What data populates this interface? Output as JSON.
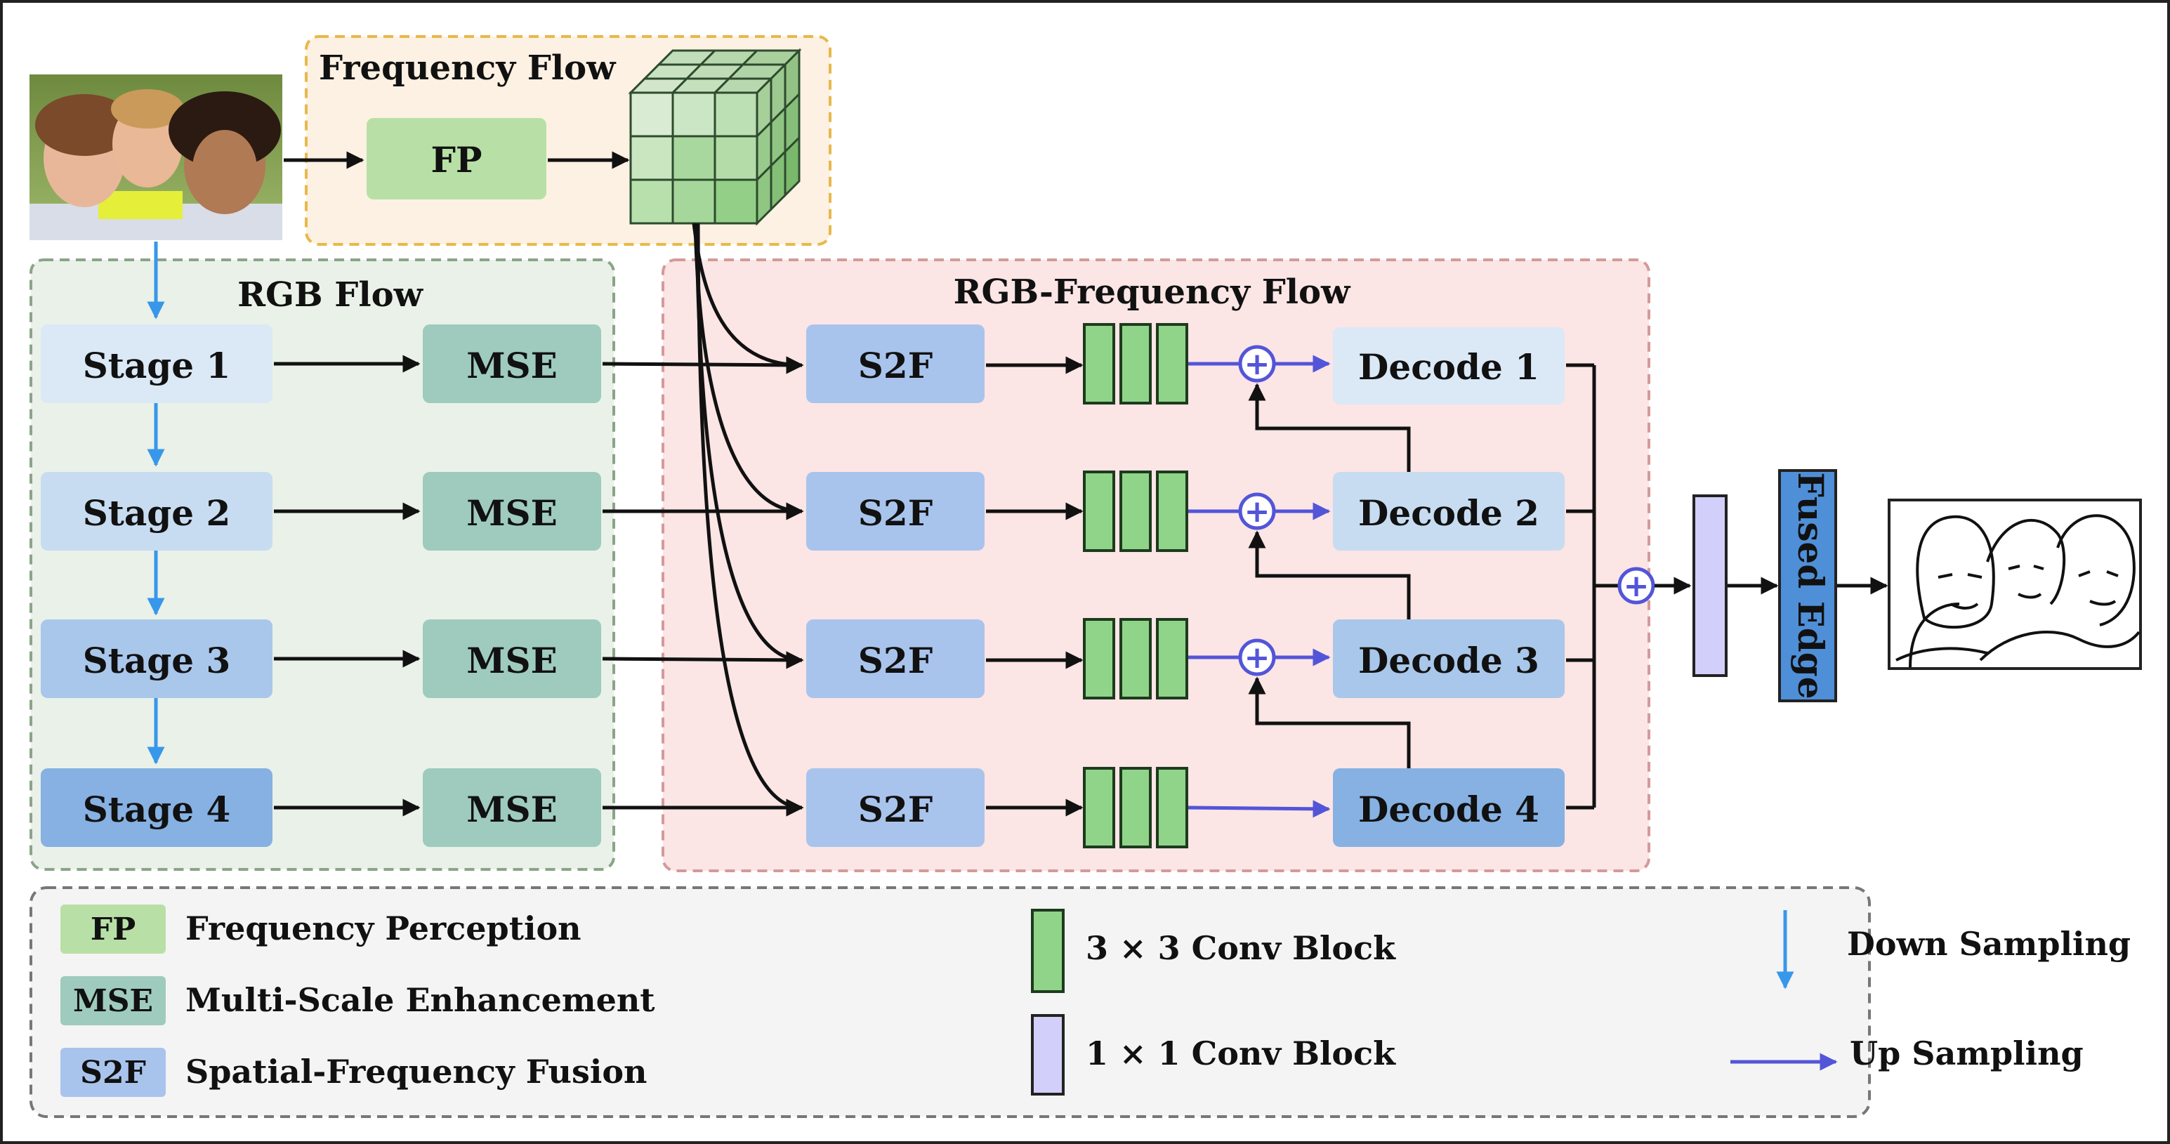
{
  "groups": {
    "frequency_flow": "Frequency Flow",
    "rgb_flow": "RGB Flow",
    "rgb_frequency_flow": "RGB-Frequency Flow"
  },
  "nodes": {
    "fp": "FP",
    "stages": [
      "Stage 1",
      "Stage 2",
      "Stage 3",
      "Stage 4"
    ],
    "mse": [
      "MSE",
      "MSE",
      "MSE",
      "MSE"
    ],
    "s2f": [
      "S2F",
      "S2F",
      "S2F",
      "S2F"
    ],
    "decoders": [
      "Decode 1",
      "Decode 2",
      "Decode 3",
      "Decode 4"
    ],
    "fused_edge": "Fused Edge",
    "plus_symbol": "+"
  },
  "legend": {
    "fp_abbr": "FP",
    "fp_desc": "Frequency Perception",
    "mse_abbr": "MSE",
    "mse_desc": "Multi-Scale Enhancement",
    "s2f_abbr": "S2F",
    "s2f_desc": "Spatial-Frequency Fusion",
    "conv3": "3 × 3 Conv Block",
    "conv1": "1 × 1 Conv Block",
    "down": "Down Sampling",
    "up": "Up Sampling"
  },
  "colors": {
    "freq_bg": "#fdf1e3",
    "freq_border": "#e8b84a",
    "rgb_bg": "#e9f1e8",
    "rgb_border": "#8aa488",
    "rgbfreq_bg": "#fbe5e5",
    "rgbfreq_border": "#d49a9a",
    "fp_fill": "#b8e0a6",
    "mse_fill": "#9ecbbd",
    "s2f_fill": "#a9c4ec",
    "conv3_fill": "#8fd488",
    "conv1_fill": "#d2d0fa",
    "fused_fill": "#4f8fd8",
    "down_arrow": "#3797ea",
    "up_arrow": "#5355d8"
  }
}
